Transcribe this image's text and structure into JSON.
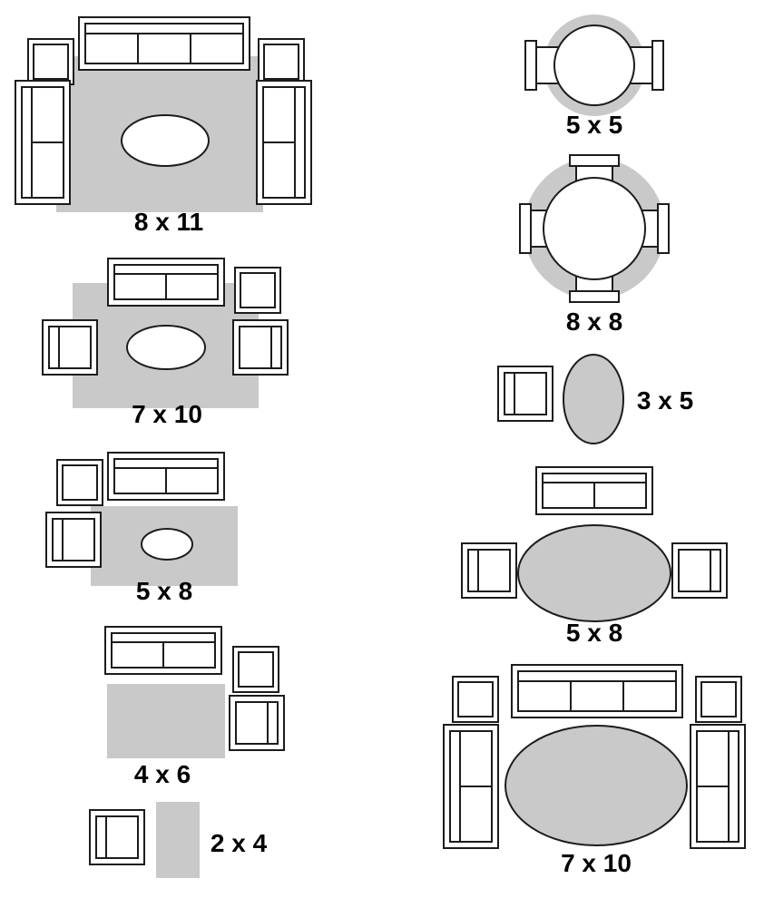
{
  "colors": {
    "rug": "#c9c9c9",
    "outline": "#1c1c1c",
    "furniture": "#ffffff"
  },
  "layouts": [
    {
      "id": "living-room-8x11",
      "label": "8 x 11"
    },
    {
      "id": "living-room-7x10",
      "label": "7 x 10"
    },
    {
      "id": "living-room-5x8",
      "label": "5 x 8"
    },
    {
      "id": "living-room-4x6",
      "label": "4 x 6"
    },
    {
      "id": "accent-chair-2x4",
      "label": "2 x 4"
    },
    {
      "id": "dining-round-5x5",
      "label": "5 x 5"
    },
    {
      "id": "dining-round-8x8",
      "label": "8 x 8"
    },
    {
      "id": "accent-chair-oval-3x5",
      "label": "3 x 5"
    },
    {
      "id": "living-room-oval-5x8",
      "label": "5 x 8"
    },
    {
      "id": "living-room-oval-7x10",
      "label": "7 x 10"
    }
  ]
}
